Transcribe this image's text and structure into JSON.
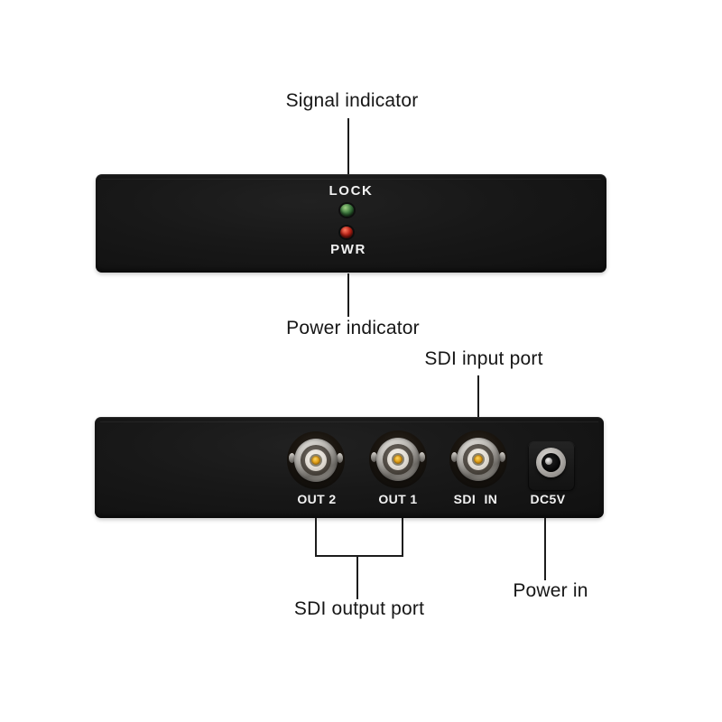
{
  "callouts": {
    "signal_indicator": "Signal indicator",
    "power_indicator": "Power indicator",
    "sdi_input_port": "SDI input port",
    "sdi_output_port": "SDI output port",
    "power_in": "Power in"
  },
  "front_panel": {
    "lock_label": "LOCK",
    "pwr_label": "PWR",
    "leds": [
      {
        "name": "lock-led",
        "state_color": "green"
      },
      {
        "name": "pwr-led",
        "state_color": "red"
      }
    ]
  },
  "rear_panel": {
    "ports": [
      {
        "label": "OUT 2",
        "type": "bnc"
      },
      {
        "label": "OUT 1",
        "type": "bnc"
      },
      {
        "label": "SDI IN",
        "type": "bnc"
      },
      {
        "label": "DC5V",
        "type": "dc-jack"
      }
    ]
  },
  "colors": {
    "background": "#ffffff",
    "panel": "#161616",
    "callout_line": "#1c1c1c",
    "callout_text": "#161616",
    "panel_text": "#f2f2f2",
    "led_green": "#3f7a40",
    "led_red": "#bb2317",
    "bnc_pin_gold": "#e2a018"
  }
}
